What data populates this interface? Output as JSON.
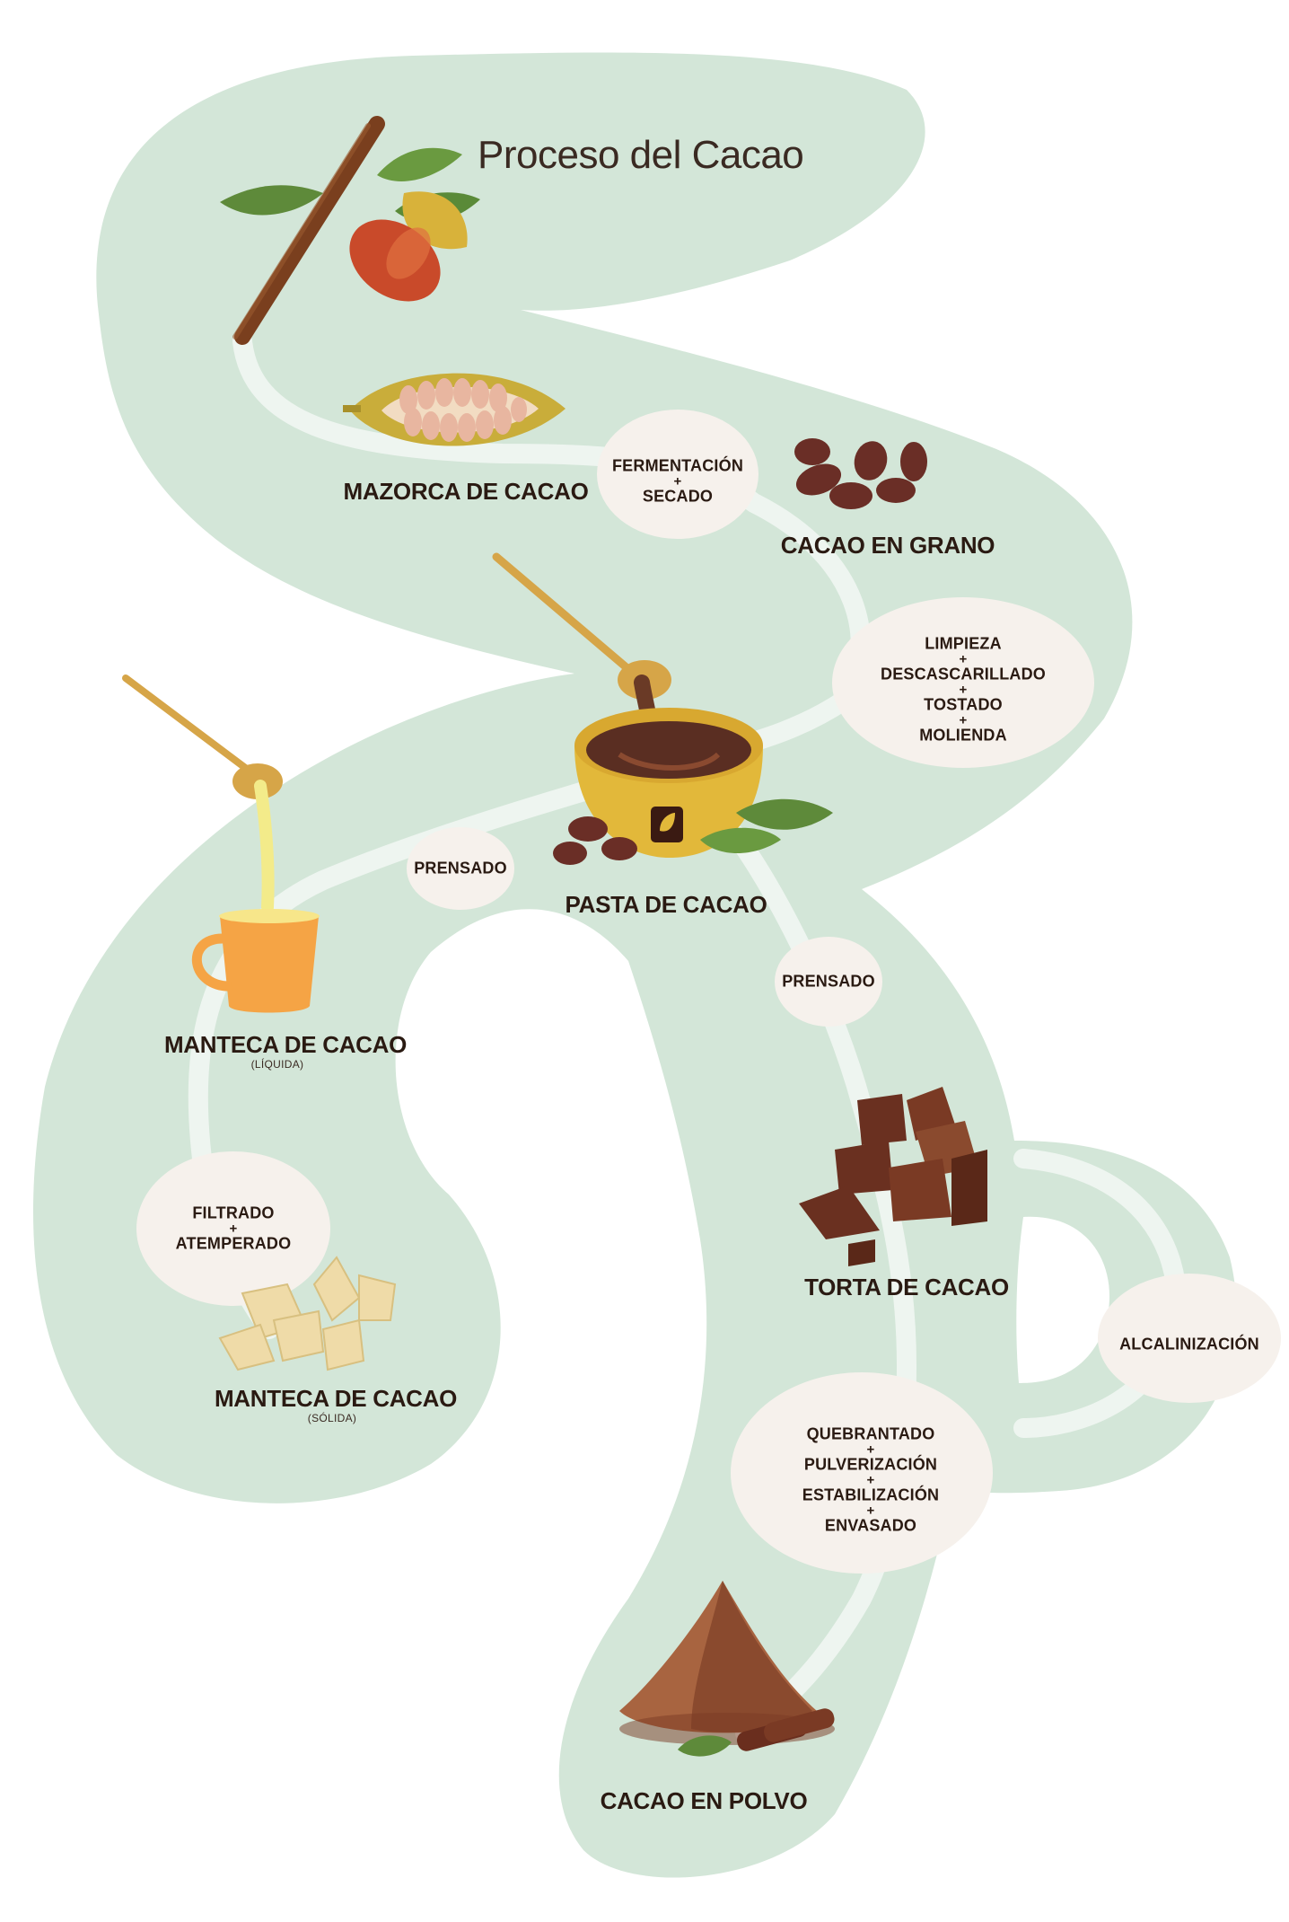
{
  "title": "Proceso del Cacao",
  "colors": {
    "path_green": "#d3e6d8",
    "bubble": "#f6f1ec",
    "trail": "#eef5f0",
    "text_dark": "#2a1a12"
  },
  "products": {
    "mazorca": {
      "label": "MAZORCA DE CACAO"
    },
    "grano": {
      "label": "CACAO EN GRANO"
    },
    "pasta": {
      "label": "PASTA DE CACAO"
    },
    "manteca_liquida": {
      "label": "MANTECA DE CACAO",
      "note": "(LÍQUIDA)"
    },
    "manteca_solida": {
      "label": "MANTECA DE CACAO",
      "note": "(SÓLIDA)"
    },
    "torta": {
      "label": "TORTA DE CACAO"
    },
    "polvo": {
      "label": "CACAO EN POLVO"
    }
  },
  "steps": {
    "fermentacion": {
      "line1": "FERMENTACIÓN",
      "plus1": "+",
      "line2": "SECADO"
    },
    "limpieza": {
      "line1": "LIMPIEZA",
      "plus1": "+",
      "line2": "DESCASCARILLADO",
      "plus2": "+",
      "line3": "TOSTADO",
      "plus3": "+",
      "line4": "MOLIENDA"
    },
    "prensado_left": {
      "line1": "PRENSADO"
    },
    "prensado_right": {
      "line1": "PRENSADO"
    },
    "filtrado": {
      "line1": "FILTRADO",
      "plus1": "+",
      "line2": "ATEMPERADO"
    },
    "alcalinizacion": {
      "line1": "ALCALINIZACIÓN"
    },
    "quebrantado": {
      "line1": "QUEBRANTADO",
      "plus1": "+",
      "line2": "PULVERIZACIÓN",
      "plus2": "+",
      "line3": "ESTABILIZACIÓN",
      "plus3": "+",
      "line4": "ENVASADO"
    }
  }
}
